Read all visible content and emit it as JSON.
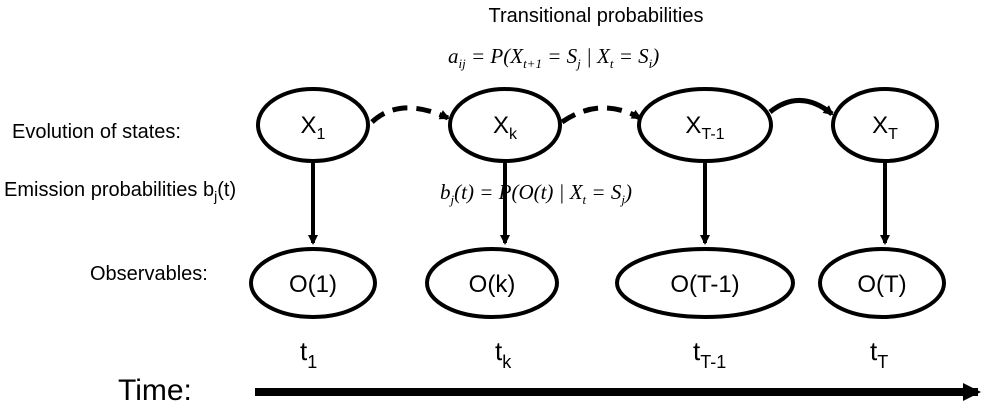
{
  "title": "Transitional probabilities",
  "transition_formula": {
    "a": "a",
    "ij": "ij",
    "eq": " = P(X",
    "t1": "t+1",
    "eqS": " = S",
    "j": "j",
    "bar": " | X",
    "t": "t",
    "eqS2": " = S",
    "i": "i",
    "close": ")"
  },
  "emission_formula": {
    "b": "b",
    "j": "j",
    "mid": "(t) = P(O(t) | X",
    "t": "t",
    "eqS": " = S",
    "j2": "j",
    "close": ")"
  },
  "row_labels": {
    "states": "Evolution of states:",
    "emission_main": "Emission probabilities b",
    "emission_sub": "j",
    "emission_tail": "(t)",
    "observables": "Observables:"
  },
  "states": [
    {
      "base": "X",
      "sub": "1"
    },
    {
      "base": "X",
      "sub": "k"
    },
    {
      "base": "X",
      "sub": "T-1"
    },
    {
      "base": "X",
      "sub": "T"
    }
  ],
  "observations": [
    "O(1)",
    "O(k)",
    "O(T-1)",
    "O(T)"
  ],
  "time_label": "Time:",
  "time_ticks": [
    {
      "base": "t",
      "sub": "1"
    },
    {
      "base": "t",
      "sub": "k"
    },
    {
      "base": "t",
      "sub": "T-1"
    },
    {
      "base": "t",
      "sub": "T"
    }
  ],
  "transitions": [
    {
      "from": "X1",
      "to": "Xk",
      "style": "dashed"
    },
    {
      "from": "Xk",
      "to": "XT-1",
      "style": "dashed"
    },
    {
      "from": "XT-1",
      "to": "XT",
      "style": "solid"
    }
  ]
}
